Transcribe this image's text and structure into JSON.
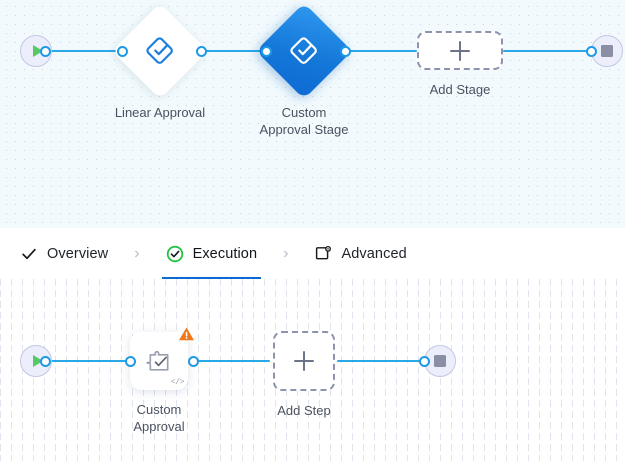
{
  "top_canvas": {
    "name": "stage-flow-canvas",
    "background_color": "#f2fafd",
    "edge_color": "#29a8e8",
    "start_node": {
      "icon": "play-icon",
      "label": ""
    },
    "end_node": {
      "icon": "stop-icon",
      "label": ""
    },
    "stages": [
      {
        "id": "linear-approval",
        "label": "Linear Approval",
        "icon": "approval-diamond-check-icon",
        "selected": false,
        "shape": "diamond",
        "fill": "#ffffff",
        "icon_color": "#1b7fe0"
      },
      {
        "id": "custom-approval-stage",
        "label": "Custom\nApproval Stage",
        "icon": "approval-diamond-check-icon",
        "selected": true,
        "shape": "diamond",
        "fill": "#1478d8",
        "icon_color": "#ffffff"
      }
    ],
    "add_stage": {
      "label": "Add Stage",
      "icon": "plus-icon"
    }
  },
  "tabbar": {
    "name": "workflow-tabs",
    "separator": "›",
    "active_tab": "Execution",
    "active_underline_color": "#0b6bd6",
    "tabs": [
      {
        "id": "overview",
        "label": "Overview",
        "icon": "check-icon",
        "state": "complete",
        "active": false
      },
      {
        "id": "execution",
        "label": "Execution",
        "icon": "check-circle-icon",
        "state": "valid",
        "active": true
      },
      {
        "id": "advanced",
        "label": "Advanced",
        "icon": "settings-window-icon",
        "state": "default",
        "active": false
      }
    ]
  },
  "bottom_canvas": {
    "name": "step-flow-canvas",
    "background_color": "#ffffff",
    "edge_color": "#29a8e8",
    "start_node": {
      "icon": "play-icon",
      "label": ""
    },
    "end_node": {
      "icon": "stop-icon",
      "label": ""
    },
    "steps": [
      {
        "id": "custom-approval",
        "label": "Custom\nApproval",
        "icon": "puzzle-check-icon",
        "warning": true,
        "warning_icon": "warning-triangle-icon",
        "warning_color": "#f07818",
        "code_badge": "</>",
        "shape": "rounded-square",
        "fill": "#ffffff"
      }
    ],
    "add_step": {
      "label": "Add Step",
      "icon": "plus-icon"
    }
  }
}
